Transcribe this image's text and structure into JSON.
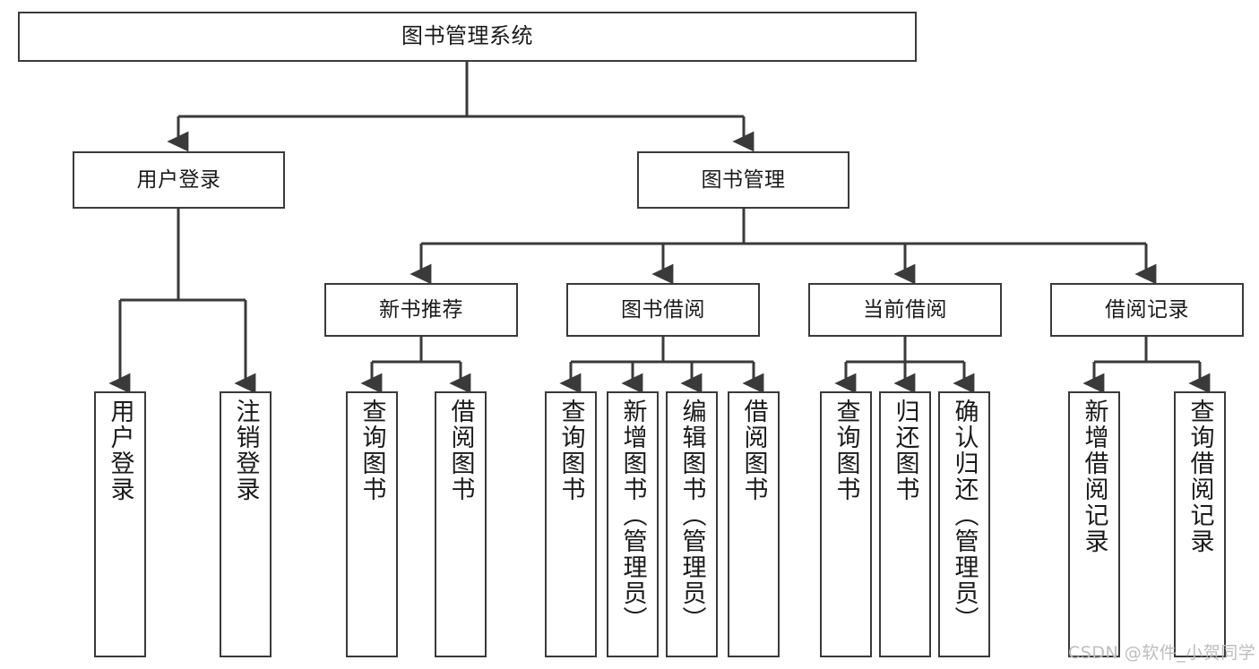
{
  "diagram": {
    "title": "图书管理系统",
    "type": "tree-hierarchy",
    "stroke_color": "#3a3a3a",
    "fill_color": "#ffffff",
    "text_color": "#1a1a1a"
  },
  "nodes": {
    "root": {
      "label": "图书管理系统"
    },
    "level2": [
      {
        "id": "user-login",
        "label": "用户登录"
      },
      {
        "id": "book-manage",
        "label": "图书管理"
      }
    ],
    "level3": [
      {
        "id": "new-book-recommend",
        "label": "新书推荐"
      },
      {
        "id": "book-borrow",
        "label": "图书借阅"
      },
      {
        "id": "current-borrow",
        "label": "当前借阅"
      },
      {
        "id": "borrow-record",
        "label": "借阅记录"
      }
    ],
    "leaves": {
      "user-login": [
        {
          "id": "leaf-user-login",
          "label": "用户登录"
        },
        {
          "id": "leaf-logout",
          "label": "注销登录"
        }
      ],
      "new-book-recommend": [
        {
          "id": "leaf-query-book-1",
          "label": "查询图书"
        },
        {
          "id": "leaf-borrow-book-1",
          "label": "借阅图书"
        }
      ],
      "book-borrow": [
        {
          "id": "leaf-query-book-2",
          "label": "查询图书"
        },
        {
          "id": "leaf-add-book",
          "label": "新增图书（管理员）"
        },
        {
          "id": "leaf-edit-book",
          "label": "编辑图书（管理员）"
        },
        {
          "id": "leaf-borrow-book-2",
          "label": "借阅图书"
        }
      ],
      "current-borrow": [
        {
          "id": "leaf-query-book-3",
          "label": "查询图书"
        },
        {
          "id": "leaf-return-book",
          "label": "归还图书"
        },
        {
          "id": "leaf-confirm-return",
          "label": "确认归还（管理员）"
        }
      ],
      "borrow-record": [
        {
          "id": "leaf-add-record",
          "label": "新增借阅记录"
        },
        {
          "id": "leaf-query-record",
          "label": "查询借阅记录"
        }
      ]
    }
  },
  "watermark": {
    "text": "CSDN @软件_小贺同学"
  }
}
